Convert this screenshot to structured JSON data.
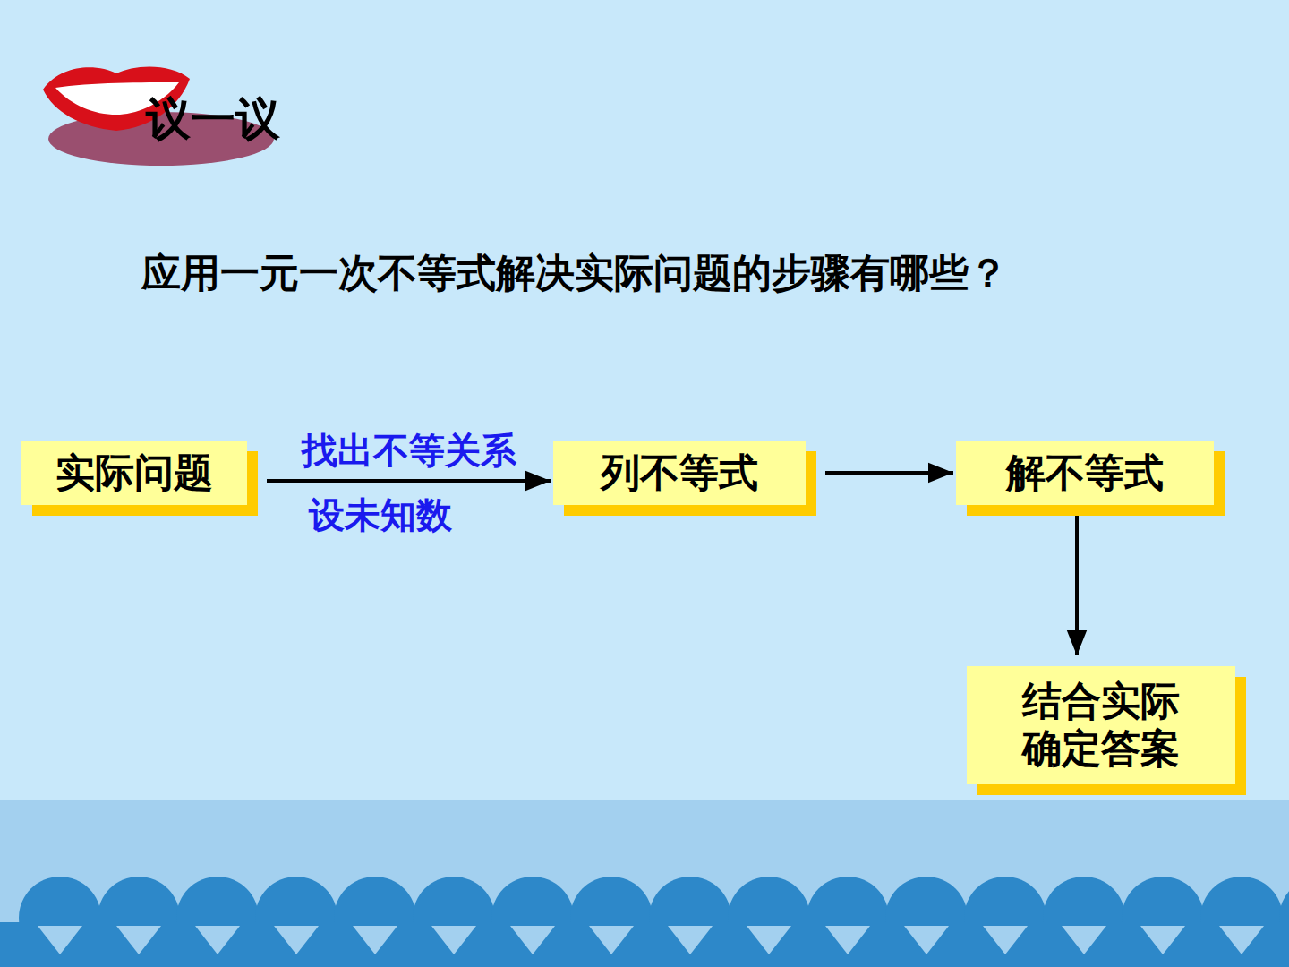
{
  "diagram": {
    "title": "议一议",
    "nodes": [
      {
        "text": [
          "实际问题"
        ]
      },
      {
        "text": [
          "列不等式"
        ]
      },
      {
        "text": [
          "解不等式"
        ]
      },
      {
        "text": [
          "结合实际 确定答案"
        ]
      }
    ],
    "edges": [
      {
        "from": 0,
        "to": 1,
        "arrow": "to",
        "label": "找出不等关系"
      },
      {
        "from": 1,
        "to": 2,
        "arrow": "to"
      },
      {
        "from": 2,
        "to": 3,
        "arrow": "to"
      }
    ],
    "labels": [
      "应用一元一次不等式解决实际问题的步骤有哪些？",
      "设未知数"
    ]
  }
}
